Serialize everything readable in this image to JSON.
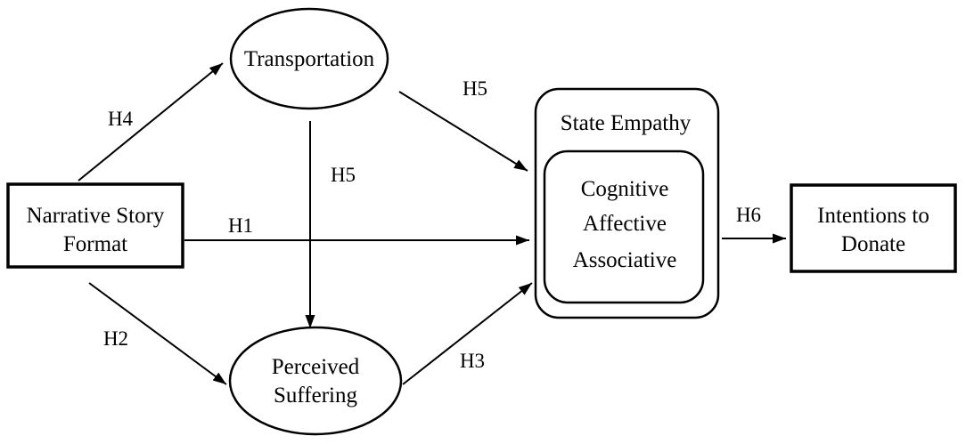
{
  "diagram": {
    "nodes": {
      "narrative": {
        "line1": "Narrative Story",
        "line2": "Format"
      },
      "transportation": {
        "label": "Transportation"
      },
      "suffering": {
        "line1": "Perceived",
        "line2": "Suffering"
      },
      "empathy": {
        "title": "State Empathy",
        "components": [
          "Cognitive",
          "Affective",
          "Associative"
        ]
      },
      "donate": {
        "line1": "Intentions to",
        "line2": "Donate"
      }
    },
    "edges": {
      "narrative_to_transportation": "H4",
      "transportation_to_empathy": "H5",
      "transportation_to_suffering": "H5",
      "narrative_to_empathy": "H1",
      "narrative_to_suffering": "H2",
      "suffering_to_empathy": "H3",
      "empathy_to_donate": "H6"
    },
    "colors": {
      "stroke": "#000000",
      "background": "#ffffff"
    }
  }
}
